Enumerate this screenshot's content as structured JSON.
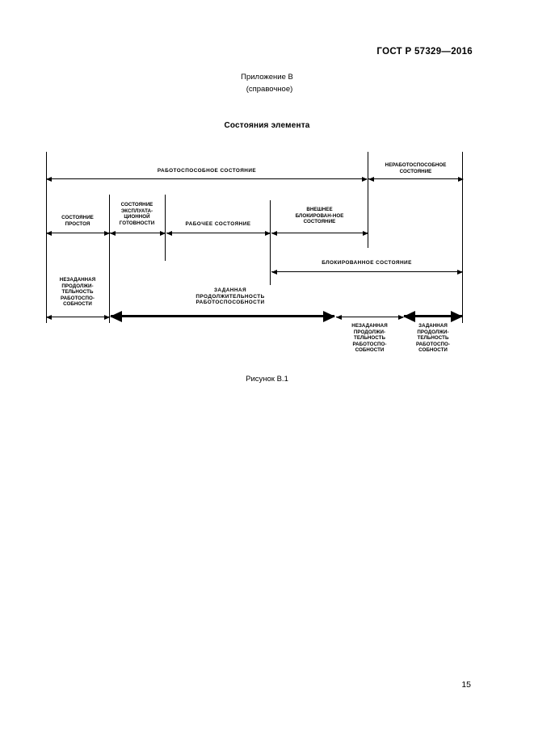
{
  "document": {
    "standard_header": "ГОСТ Р 57329—2016",
    "page_number": "15",
    "annex_title": "Приложение В",
    "annex_subtitle": "(справочное)",
    "figure_title": "Состояния элемента",
    "figure_caption": "Рисунок В.1"
  },
  "diagram": {
    "row1": [
      {
        "label": "РАБОТОСПОСОБНОЕ СОСТОЯНИЕ"
      },
      {
        "label": "НЕРАБОТОСПОСОБНОЕ\nСОСТОЯНИЕ"
      }
    ],
    "row2": [
      {
        "label": "СОСТОЯНИЕ\nПРОСТОЯ"
      },
      {
        "label": "СОСТОЯНИЕ\nЭКСПЛУАТА-\nЦИОННОЙ\nГОТОВНОСТИ"
      },
      {
        "label": "РАБОЧЕЕ СОСТОЯНИЕ"
      },
      {
        "label": "ВНЕШНЕЕ\nБЛОКИРОВАН-НОЕ\nСОСТОЯНИЕ"
      }
    ],
    "row3": [
      {
        "label": "БЛОКИРОВАННОЕ СОСТОЯНИЕ"
      }
    ],
    "row4": [
      {
        "label": "НЕЗАДАННАЯ\nПРОДОЛЖИ-\nТЕЛЬНОСТЬ\nРАБОТОСПО-\nСОБНОСТИ"
      },
      {
        "label": "ЗАДАННАЯ\nПРОДОЛЖИТЕЛЬНОСТЬ\nРАБОТОСПОСОБНОСТИ"
      },
      {
        "label": "НЕЗАДАННАЯ\nПРОДОЛЖИ-\nТЕЛЬНОСТЬ\nРАБОТОСПО-\nСОБНОСТИ"
      },
      {
        "label": "ЗАДАННАЯ\nПРОДОЛЖИ-\nТЕЛЬНОСТЬ\nРАБОТОСПО-\nСОБНОСТИ"
      }
    ]
  }
}
